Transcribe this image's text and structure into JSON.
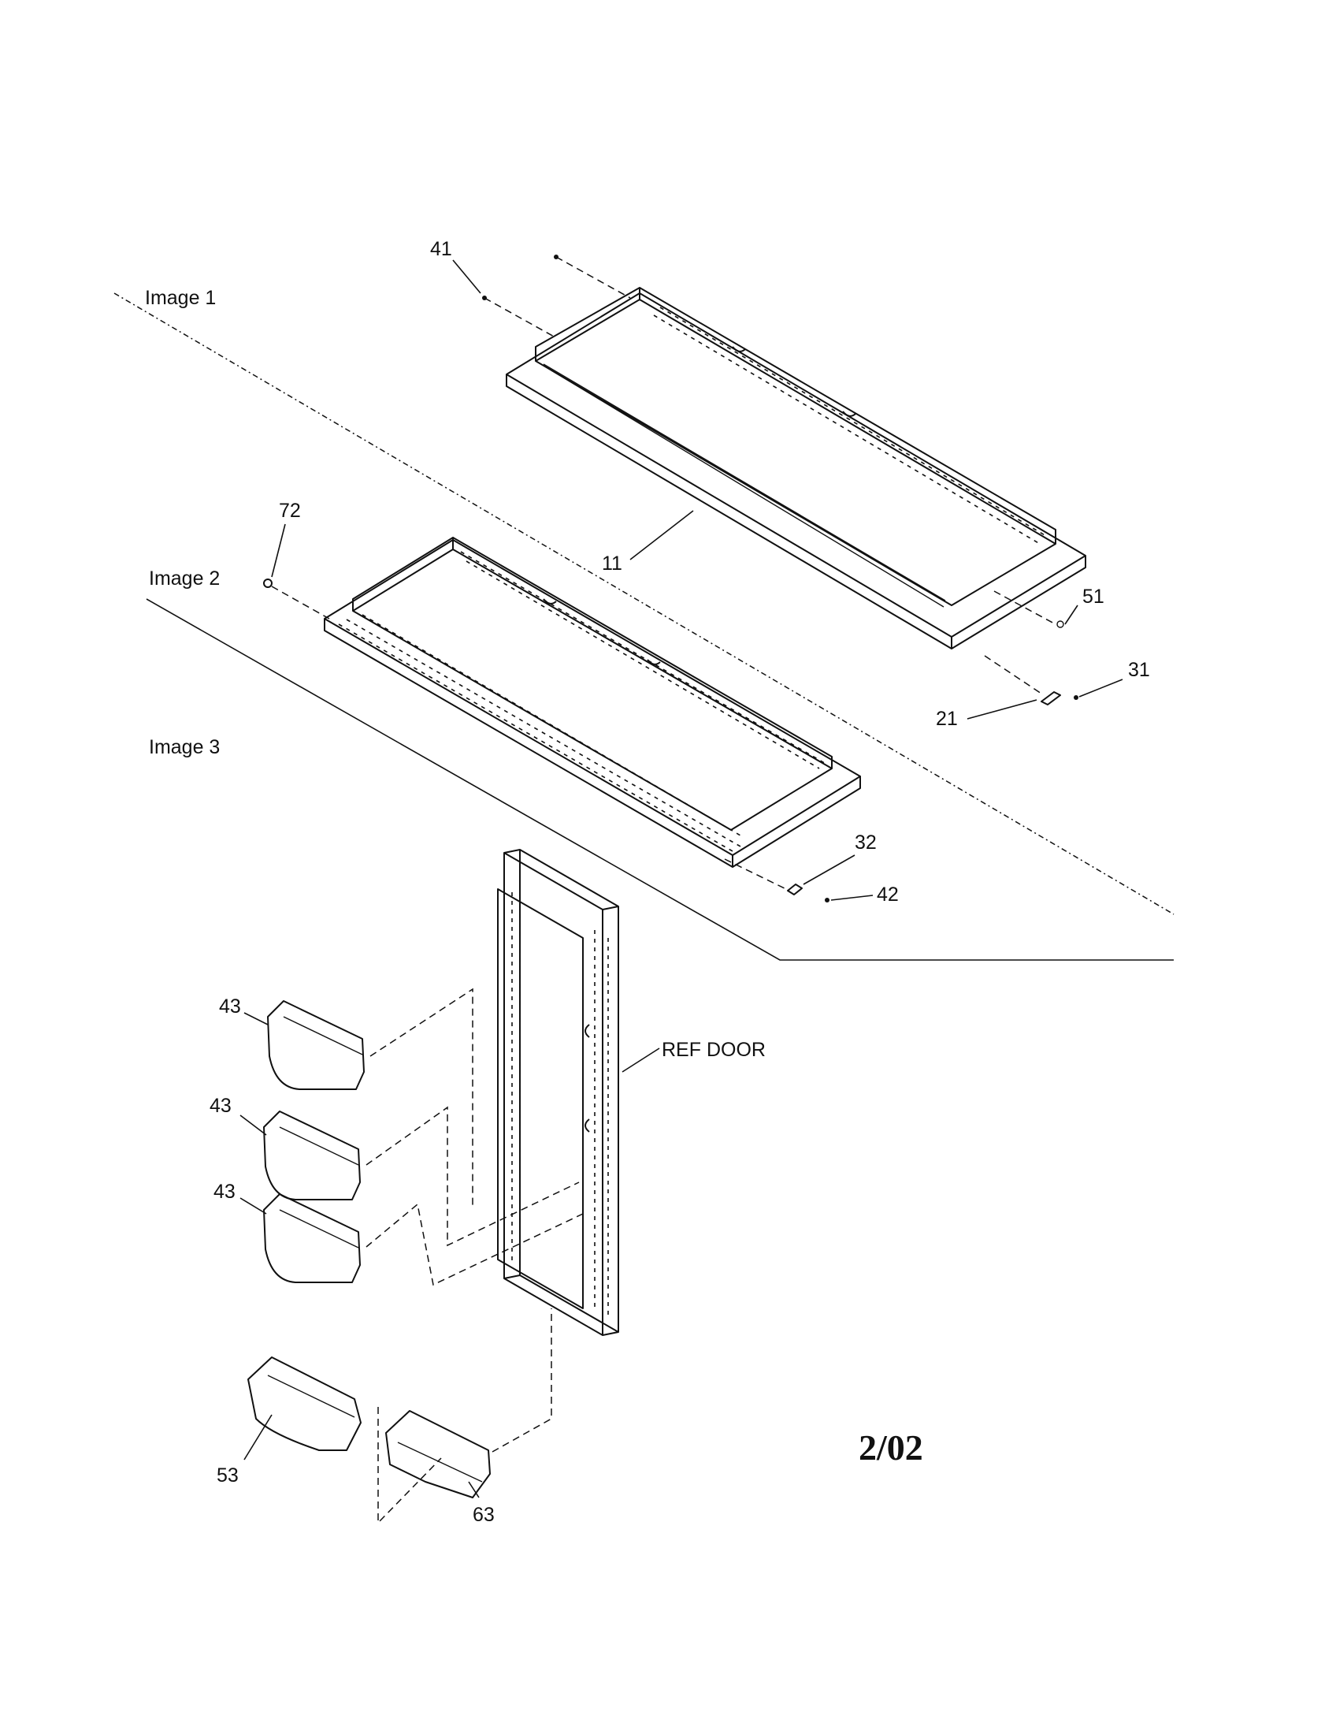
{
  "sections": {
    "image1": "Image 1",
    "image2": "Image 2",
    "image3": "Image 3"
  },
  "callouts": {
    "p41": "41",
    "p72": "72",
    "p11": "11",
    "p51": "51",
    "p31": "31",
    "p21": "21",
    "p32": "32",
    "p42": "42",
    "p43a": "43",
    "p43b": "43",
    "p43c": "43",
    "p53": "53",
    "p63": "63",
    "ref_door": "REF DOOR"
  },
  "revision": "2/02"
}
